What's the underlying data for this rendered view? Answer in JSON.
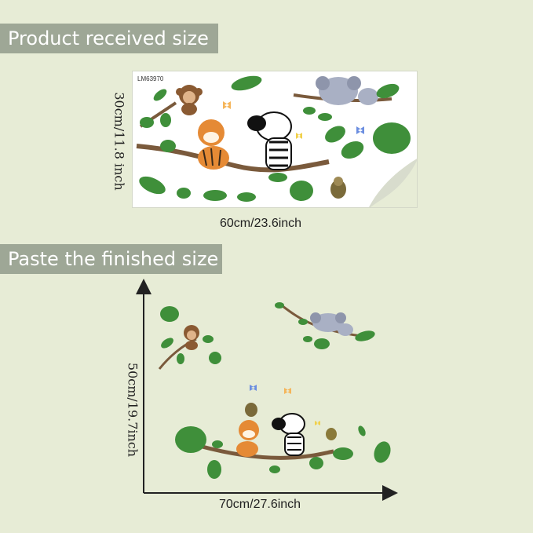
{
  "banners": {
    "received": "Product received size",
    "finished": "Paste the finished size"
  },
  "sheet": {
    "code": "LM63970",
    "width_label": "60cm/23.6inch",
    "height_label": "30cm/11.8 inch"
  },
  "finished": {
    "width_label": "70cm/27.6inch",
    "height_label": "50cm/19.7inch"
  },
  "colors": {
    "background": "#e7ecd6",
    "banner": "#9ea796",
    "leaf": "#3f8f3a",
    "branch": "#7a5a3c"
  }
}
